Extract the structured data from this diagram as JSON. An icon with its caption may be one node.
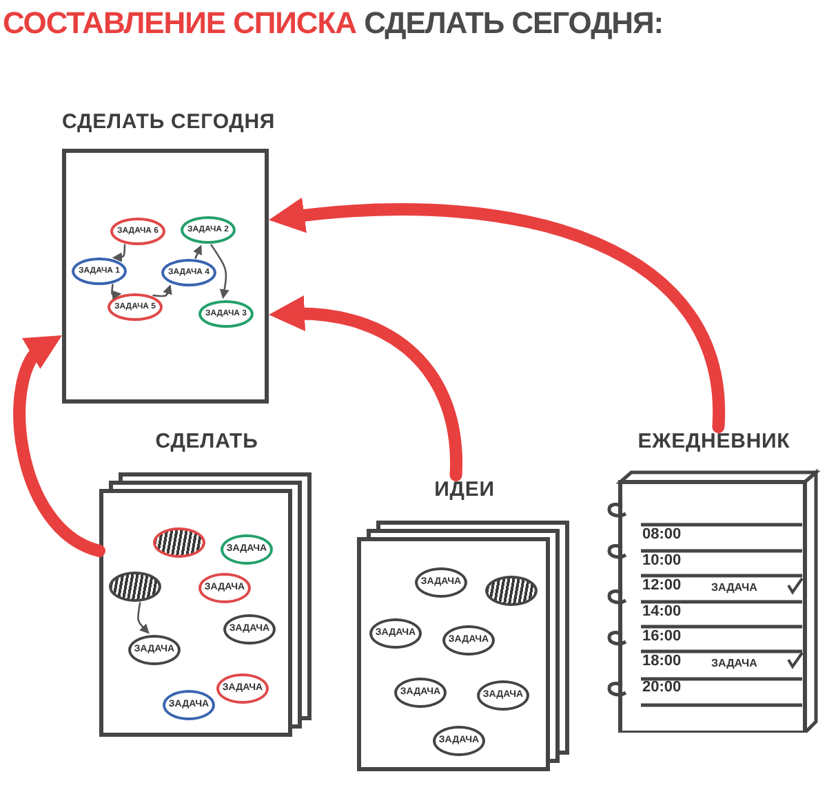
{
  "diagram": {
    "title": "СОСТАВЛЕНИЕ СПИСКА СДЕЛАТЬ СЕГОДНЯ:",
    "nodes": [
      {
        "text": [
          "СДЕЛАТЬ СЕГОДНЯ"
        ]
      },
      {
        "text": [
          "ЗАДАЧА 6"
        ],
        "in": 0
      },
      {
        "text": [
          "ЗАДАЧА 1"
        ],
        "in": 0
      },
      {
        "text": [
          "ЗАДАЧА 5"
        ],
        "in": 0
      },
      {
        "text": [
          "ЗАДАЧА 4"
        ],
        "in": 0
      },
      {
        "text": [
          "ЗАДАЧА 2"
        ],
        "in": 0
      },
      {
        "text": [
          "ЗАДАЧА 3"
        ],
        "in": 0
      },
      {
        "text": [
          "СДЕЛАТЬ"
        ]
      },
      {
        "text": [],
        "shape": "ellipse",
        "in": 7
      },
      {
        "text": [
          "ЗАДАЧА"
        ],
        "in": 7
      },
      {
        "text": [],
        "shape": "ellipse",
        "in": 7
      },
      {
        "text": [
          "ЗАДАЧА"
        ],
        "in": 7
      },
      {
        "text": [
          "ЗАДАЧА"
        ],
        "in": 7
      },
      {
        "text": [
          "ЗАДАЧА"
        ],
        "in": 7
      },
      {
        "text": [
          "ЗАДАЧА"
        ],
        "in": 7
      },
      {
        "text": [
          "ЗАДАЧА"
        ],
        "in": 7
      },
      {
        "text": [
          "ИДЕИ"
        ]
      },
      {
        "text": [
          "ЗАДАЧА"
        ],
        "in": 16
      },
      {
        "text": [],
        "shape": "ellipse",
        "in": 16
      },
      {
        "text": [
          "ЗАДАЧА"
        ],
        "in": 16
      },
      {
        "text": [
          "ЗАДАЧА"
        ],
        "in": 16
      },
      {
        "text": [
          "ЗАДАЧА"
        ],
        "in": 16
      },
      {
        "text": [
          "ЗАДАЧА"
        ],
        "in": 16
      },
      {
        "text": [
          "ЗАДАЧА"
        ],
        "in": 16
      },
      {
        "text": [
          "ЕЖЕДНЕВНИК"
        ]
      }
    ],
    "edges": [
      {
        "from": 1,
        "to": 2,
        "arrow": "to"
      },
      {
        "from": 2,
        "to": 3,
        "arrow": "to"
      },
      {
        "from": 3,
        "to": 4,
        "arrow": "to"
      },
      {
        "from": 4,
        "to": 5,
        "arrow": "to"
      },
      {
        "from": 5,
        "to": 6,
        "arrow": "to"
      },
      {
        "from": 10,
        "to": 13,
        "arrow": "to"
      },
      {
        "from": 7,
        "to": 0,
        "arrow": "to",
        "style": "thick",
        "color": "#e8403f"
      },
      {
        "from": 16,
        "to": 0,
        "arrow": "to",
        "style": "thick",
        "color": "#e8403f"
      },
      {
        "from": 24,
        "to": 0,
        "arrow": "to",
        "style": "thick",
        "color": "#e8403f"
      }
    ],
    "labels": [
      "08:00",
      "10:00",
      "12:00",
      "ЗАДАЧА",
      "14:00",
      "16:00",
      "18:00",
      "ЗАДАЧА",
      "20:00"
    ]
  }
}
